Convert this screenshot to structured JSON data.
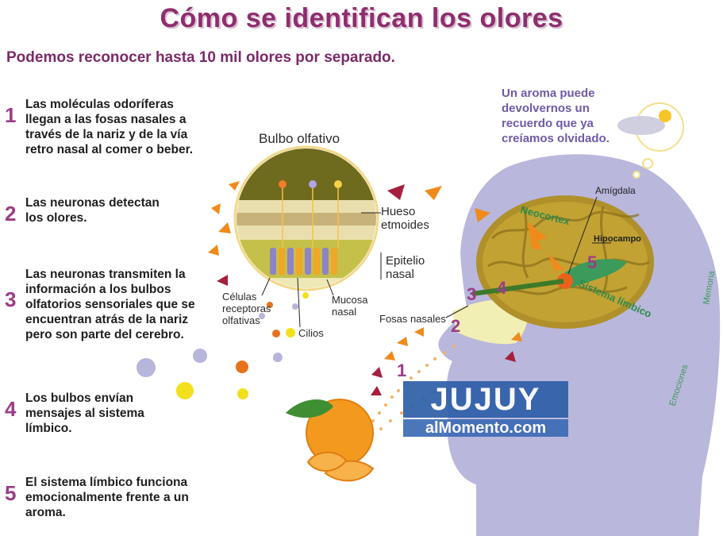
{
  "title": "Cómo se identifican los olores",
  "subtitle": "Podemos reconocer hasta 10 mil olores por separado.",
  "steps": [
    {
      "num": "1",
      "text": "Las moléculas odoríferas llegan a las fosas nasales a través de la nariz y de la vía retro nasal al comer o beber."
    },
    {
      "num": "2",
      "text": "Las neuronas detectan los olores."
    },
    {
      "num": "3",
      "text": "Las neuronas transmiten la información a los bulbos olfatorios sensoriales que se encuentran atrás de la nariz pero son parte del cerebro."
    },
    {
      "num": "4",
      "text": "Los bulbos envían mensajes al sistema límbico."
    },
    {
      "num": "5",
      "text": "El sistema límbico funciona emocionalmente frente a un aroma."
    }
  ],
  "quote": "Un aroma puede devolvernos un recuerdo que ya creíamos olvidado.",
  "labels": {
    "bulbo": "Bulbo olfativo",
    "hueso": "Hueso etmoides",
    "epitelio": "Epitelio nasal",
    "celulas": "Células receptoras olfativas",
    "mucosa": "Mucosa nasal",
    "cilios": "Cilios",
    "fosas": "Fosas nasales",
    "amigdala": "Amígdala",
    "hipocampo": "Hipocampo",
    "neocortex": "Neocortex",
    "sistema_limbico": "Sistema límbico",
    "memoria": "Memoria",
    "emociones": "Emociones"
  },
  "diagram_numbers": {
    "n1": "1",
    "n2": "2",
    "n3": "3",
    "n4": "4",
    "n5": "5"
  },
  "watermark": {
    "top": "JUJUY",
    "bottom": "alMomento.com"
  },
  "colors": {
    "title": "#8e2e6e",
    "head": "#b9b7dc",
    "brain": "#b0902a",
    "orange": "#f39a1e",
    "label_green": "#3c9a5a"
  }
}
